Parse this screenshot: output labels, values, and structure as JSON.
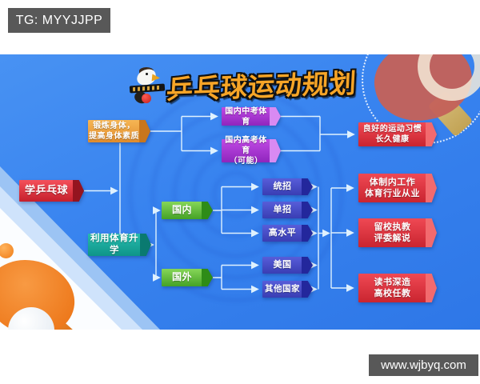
{
  "watermarks": {
    "tg": "TG: MYYJJPP",
    "site": "www.wjbyq.com"
  },
  "diagram": {
    "title": "乒乓球运动规划",
    "nodes": {
      "learn": "学乒乓球",
      "exercise": "锻炼身体，\n提高身体素质",
      "enroll": "利用体育升学",
      "zhongkao": "国内中考体育",
      "gaokao": "国内高考体育\n（可能）",
      "habit": "良好的运动习惯\n长久健康",
      "domestic": "国内",
      "abroad": "国外",
      "tongzhao": "统招",
      "danzhao": "单招",
      "gaoshuiping": "高水平",
      "usa": "美国",
      "other_countries": "其他国家",
      "system_job": "体制内工作\n体育行业从业",
      "coach": "留校执教\n评委解说",
      "study": "读书深造\n高校任教"
    },
    "colors": {
      "background": "#3a86ef",
      "connector": "#e9f8ff",
      "title": "#f7a527",
      "red": "#d8232f",
      "orange": "#ef9a3a",
      "teal": "#16a99b",
      "purple": "#a835d6",
      "green": "#4cae2c",
      "blue": "#4146cd"
    }
  }
}
